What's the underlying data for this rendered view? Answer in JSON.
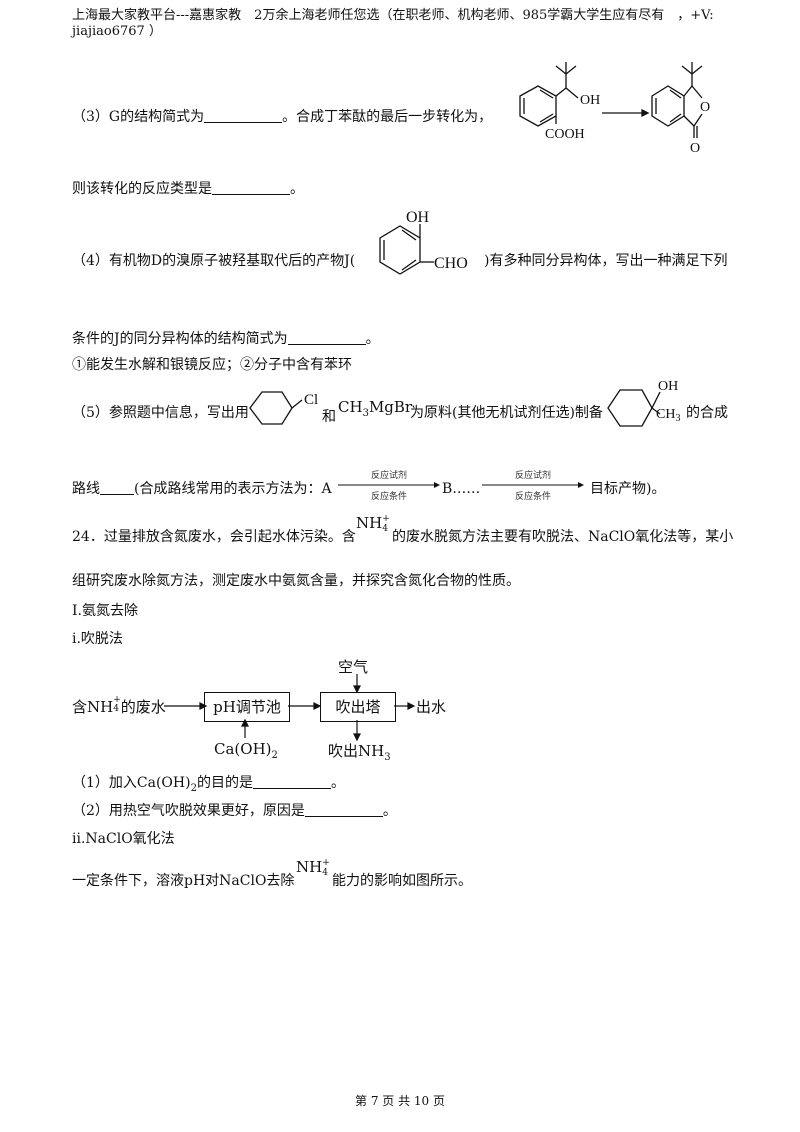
{
  "header": {
    "line1": "上海最大家教平台---嘉惠家教　2万余上海老师任您选（在职老师、机构老师、985学霸大学生应有尽有　，+V:",
    "line2": "jiajiao6767 ）"
  },
  "q3": {
    "text_a": "（3）G的结构简式为",
    "text_b": "。合成丁苯酞的最后一步转化为，",
    "reactant_oh": "OH",
    "reactant_cooh": "COOH",
    "product_o": "O",
    "product_co": "O",
    "line2": "则该转化的反应类型是",
    "line2_end": "。"
  },
  "q4": {
    "text_a": "（4）有机物D的溴原子被羟基取代后的产物J(",
    "oh": "OH",
    "cho": "CHO",
    "text_b": ")有多种同分异构体，写出一种满足下列",
    "line2": "条件的J的同分异构体的结构简式为",
    "line2_end": "。",
    "conditions": "①能发生水解和银镜反应；②分子中含有苯环"
  },
  "q5": {
    "text_a": "（5）参照题中信息，写出用",
    "cl": "Cl",
    "and": "和",
    "grignard": "CH",
    "grignard_sub": "3",
    "grignard_rest": "MgBr",
    "text_b": "为原料(其他无机试剂任选)制备",
    "oh": "OH",
    "ch3": "CH",
    "ch3_sub": "3",
    "text_c": "的合成",
    "line2_a": "路线",
    "line2_b": "(合成路线常用的表示方法为：A",
    "arrow1_top": "反应试剂",
    "arrow1_bot": "反应条件",
    "b_dots": "B……",
    "arrow2_top": "反应试剂",
    "arrow2_bot": "反应条件",
    "line2_c": "目标产物)。"
  },
  "q24": {
    "text_a": "24．过量排放含氮废水，会引起水体污染。含",
    "nh4": "NH",
    "nh4_sub": "4",
    "nh4_sup": "+",
    "text_b": "的废水脱氮方法主要有吹脱法、NaClO氧化法等，某小",
    "line2": "组研究废水除氮方法，测定废水中氨氮含量，并探究含氮化合物的性质。",
    "section1": "I.氨氮去除",
    "sub_i": "i.吹脱法",
    "flow": {
      "input": "含NH",
      "input_sub": "4",
      "input_sup": "+",
      "input_end": "的废水",
      "box1": "pH调节池",
      "box2": "吹出塔",
      "air": "空气",
      "caoh": "Ca(OH)",
      "caoh_sub": "2",
      "nh3": "吹出NH",
      "nh3_sub": "3",
      "output": "出水"
    },
    "p1": "（1）加入Ca(OH)",
    "p1_sub": "2",
    "p1_end": "的目的是",
    "p1_dot": "。",
    "p2": "（2）用热空气吹脱效果更好，原因是",
    "p2_dot": "。",
    "sub_ii": "ii.NaClO氧化法",
    "p3_a": "一定条件下，溶液pH对NaClO去除",
    "p3_nh4": "NH",
    "p3_sub": "4",
    "p3_sup": "+",
    "p3_b": "能力的影响如图所示。"
  },
  "footer": "第 7 页 共 10 页"
}
